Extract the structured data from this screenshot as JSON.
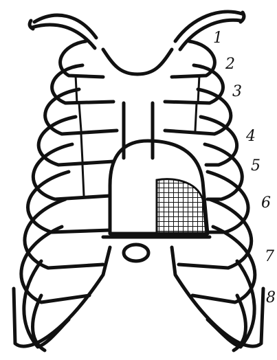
{
  "figure": {
    "rib_labels": [
      "1",
      "2",
      "3",
      "4",
      "5",
      "6",
      "7",
      "8"
    ]
  }
}
